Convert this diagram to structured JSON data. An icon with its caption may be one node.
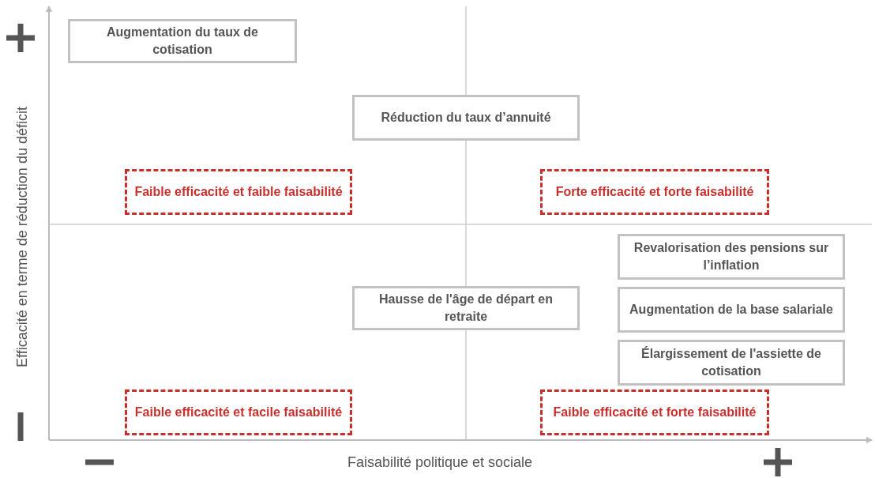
{
  "diagram": {
    "nodes": [
      {
        "text": [
          "Augmentation du taux de cotisation"
        ]
      },
      {
        "text": [
          "Réduction du taux d’annuité"
        ]
      },
      {
        "text": [
          "Faible efficacité et faible faisabilité"
        ]
      },
      {
        "text": [
          "Forte efficacité et forte faisabilité"
        ]
      },
      {
        "text": [
          "Revalorisation des pensions sur l’inflation"
        ]
      },
      {
        "text": [
          "Hausse de l'âge de départ en retraite"
        ]
      },
      {
        "text": [
          "Augmentation de la base salariale"
        ]
      },
      {
        "text": [
          "Élargissement de l'assiette de cotisation"
        ]
      },
      {
        "text": [
          "Faible efficacité et facile faisabilité"
        ]
      },
      {
        "text": [
          "Faible efficacité et forte faisabilité"
        ]
      }
    ],
    "labels": [
      "Efficacité en terme de réduction du déficit",
      "Faisabilité politique et sociale"
    ]
  }
}
